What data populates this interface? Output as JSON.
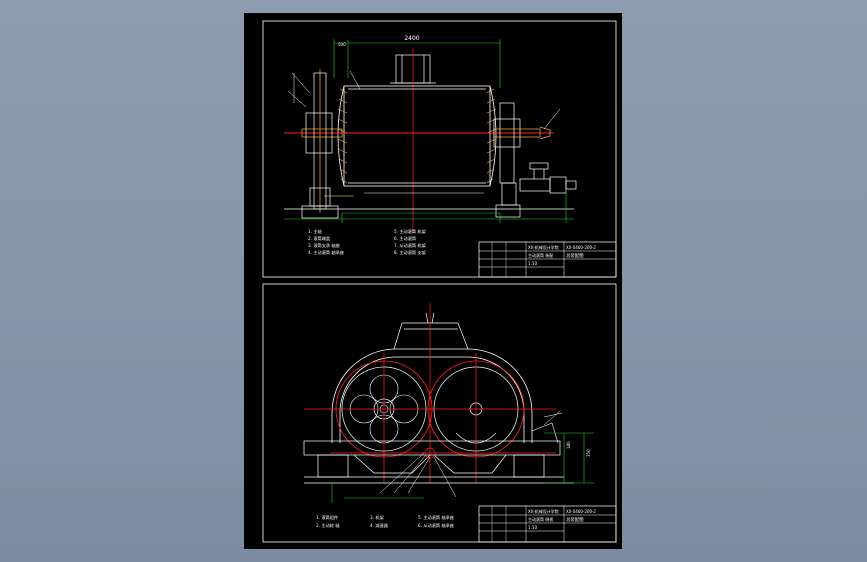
{
  "colors": {
    "background": "#8796ab",
    "sheet": "#000000",
    "outline": "#ffffff",
    "centerline": "#ff2020",
    "dimension": "#20d020",
    "hatch": "#ffb040",
    "accent_yellow": "#ffff40"
  },
  "sheet1": {
    "dimensions": {
      "overall_width": "2400",
      "left_offset": "500"
    },
    "parts_left": [
      "1. 主轴",
      "2. 滚筒端盖",
      "3. 滚筒支承 轴座",
      "4. 主动滚筒 轴承座"
    ],
    "parts_right": [
      "5. 主动滚筒 机架",
      "6. 主动滚筒",
      "7. 从动滚筒 机架",
      "8. 主动滚筒 支架"
    ],
    "title_block": {
      "school": "XX-机械设计学院",
      "drawing_no": "XX-0460-200-2",
      "title_line": "主动滚筒 装配",
      "name": "总装配图",
      "scale": "1:10"
    }
  },
  "sheet2": {
    "dimensions": {
      "height_a": "180",
      "height_b": "350"
    },
    "parts": [
      "1. 滚筒组件",
      "2. 主动轮 轴",
      "3. 机架",
      "4. 减速器",
      "5. 主动滚筒 轴承座",
      "6. 从动滚筒 轴承座"
    ],
    "title_block": {
      "school": "XX-机械设计学院",
      "drawing_no": "XX-0460-200-2",
      "title_line": "主动滚筒 侧视",
      "name": "总装配图",
      "scale": "1:10"
    }
  }
}
